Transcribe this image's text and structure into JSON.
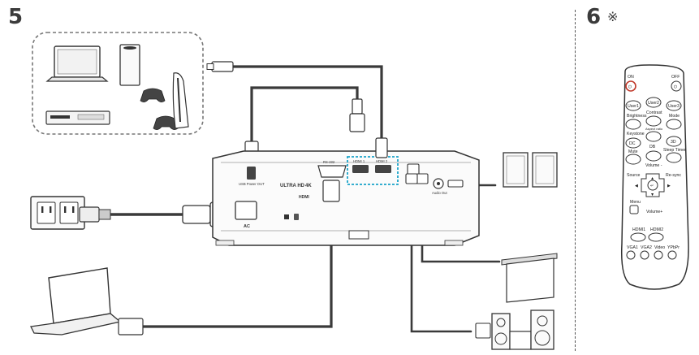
{
  "step5": {
    "number": "5"
  },
  "step6": {
    "number": "6",
    "mark": "※"
  },
  "projector": {
    "port_labels": {
      "rs232": "RS-232",
      "hdmi1": "HDMI 1",
      "hdmi2": "HDMI 2",
      "usb_power": "USB Power OUT",
      "audio_out": "Audio Out",
      "ac": "AC"
    },
    "logos": {
      "ultrahd": "ULTRA HD",
      "k4": "4K",
      "hdmi": "HDMI"
    }
  },
  "remote": {
    "power_on": "ON",
    "power_off": "OFF",
    "user1": "User1",
    "user2": "User2",
    "user3": "User3",
    "brightness": "Brightness",
    "contrast": "Contrast",
    "mode": "Mode",
    "keystone": "Keystone",
    "aspect_ratio": "Aspect ratio",
    "three_d": "3D",
    "dc": "DC",
    "db": "DB",
    "mute": "Mute",
    "sleep_timer": "Sleep Timer",
    "volume_minus": "Volume -",
    "source": "Source",
    "resync": "Re-sync",
    "menu": "Menu",
    "volume_plus": "Volume+",
    "hdmi1": "HDMI1",
    "hdmi2": "HDMI2",
    "vga1": "VGA1",
    "vga2": "VGA2",
    "video": "Video",
    "ypbpr": "YPbPr",
    "colors": {
      "power_ring": "#c0392b"
    }
  }
}
